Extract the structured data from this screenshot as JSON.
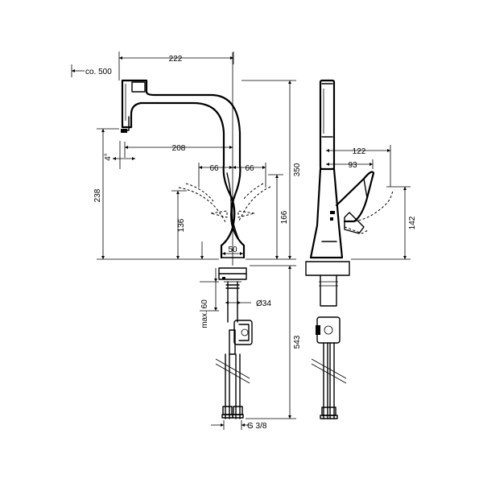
{
  "dimensions": {
    "outreach": "222",
    "pullout_length": "co. 500",
    "spout_to_axis": "208",
    "tilt_angle": "4°",
    "swivel_left": "66",
    "swivel_right": "66",
    "total_height": "350",
    "spout_height": "238",
    "handle_height_low": "136",
    "handle_height_high": "166",
    "body_diameter": "50",
    "shank_diameter": "Ø34",
    "max_countertop": "max. 60",
    "hose_length": "543",
    "connection_thread": "G 3/8",
    "side_handle_reach": "122",
    "side_handle_offset": "93",
    "side_handle_height": "142"
  }
}
